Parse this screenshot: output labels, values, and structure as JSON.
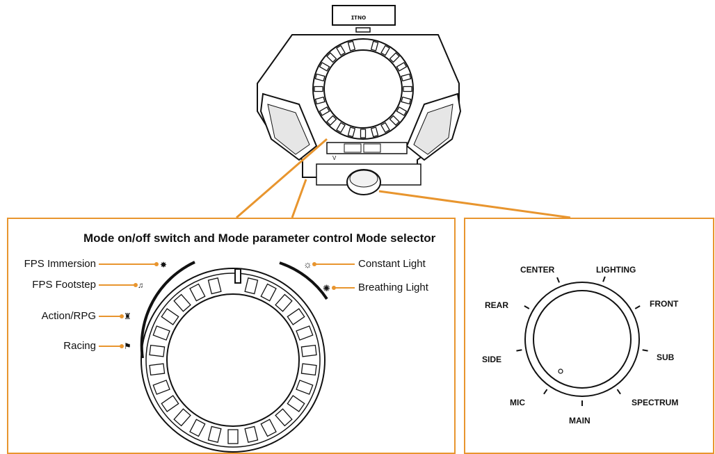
{
  "device": {
    "top_button_text": "ɪᴛɴᴏ",
    "button_labels": [
      "V",
      "",
      "",
      ""
    ]
  },
  "title": "Mode on/off switch and Mode parameter control Mode selector",
  "left_labels": [
    "FPS Immersion",
    "FPS Footstep",
    "Action/RPG",
    "Racing"
  ],
  "right_labels": [
    "Constant Light",
    "Breathing Light"
  ],
  "knob_positions": [
    "CENTER",
    "LIGHTING",
    "FRONT",
    "SUB",
    "SPECTRUM",
    "MAIN",
    "MIC",
    "SIDE",
    "REAR"
  ],
  "colors": {
    "accent": "#e8952e",
    "line": "#111111"
  }
}
